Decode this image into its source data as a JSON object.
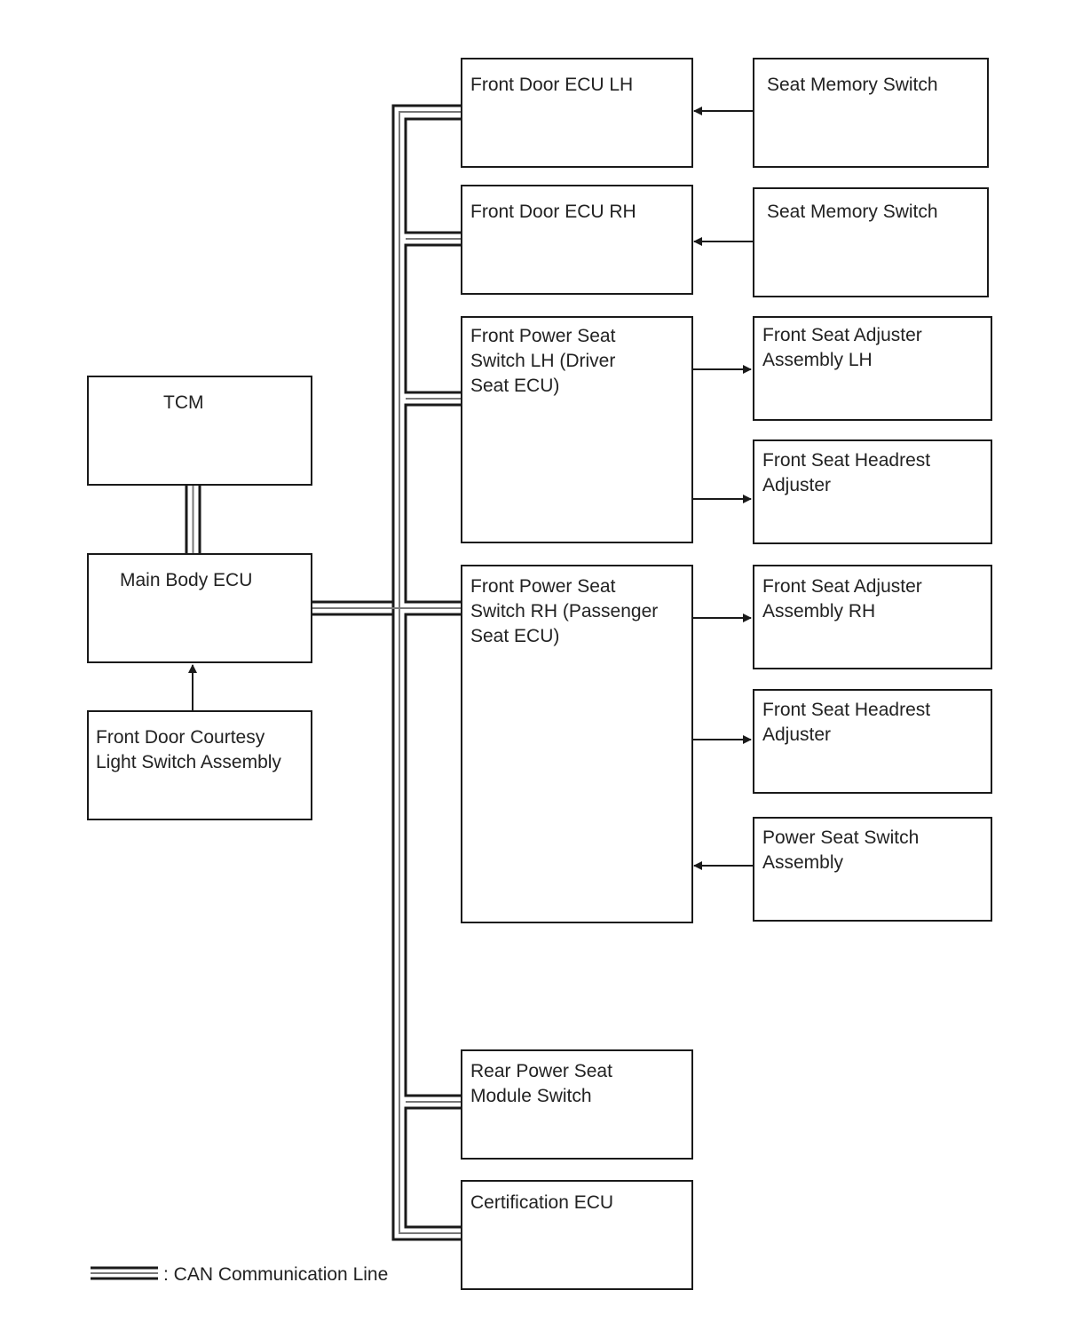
{
  "nodes": {
    "tcm": "TCM",
    "main_body_ecu": "Main Body ECU",
    "front_door_courtesy": "Front Door Courtesy\nLight Switch Assembly",
    "front_door_ecu_lh": "Front Door ECU LH",
    "front_door_ecu_rh": "Front Door ECU RH",
    "front_power_seat_lh": "Front Power Seat\nSwitch LH (Driver\nSeat ECU)",
    "front_power_seat_rh": "Front Power Seat\nSwitch RH (Passenger\nSeat ECU)",
    "rear_power_seat": "Rear Power Seat\nModule Switch",
    "certification_ecu": "Certification ECU",
    "seat_memory_switch_lh": "Seat Memory Switch",
    "seat_memory_switch_rh": "Seat Memory Switch",
    "front_seat_adjuster_lh": "Front Seat Adjuster\nAssembly LH",
    "front_seat_headrest_lh": "Front Seat Headrest\nAdjuster",
    "front_seat_adjuster_rh": "Front Seat Adjuster\nAssembly RH",
    "front_seat_headrest_rh": "Front Seat Headrest\nAdjuster",
    "power_seat_switch": "Power Seat Switch\nAssembly"
  },
  "edges": [
    {
      "from": "seat_memory_switch_lh",
      "to": "front_door_ecu_lh",
      "type": "signal"
    },
    {
      "from": "seat_memory_switch_rh",
      "to": "front_door_ecu_rh",
      "type": "signal"
    },
    {
      "from": "front_power_seat_lh",
      "to": "front_seat_adjuster_lh",
      "type": "signal"
    },
    {
      "from": "front_power_seat_lh",
      "to": "front_seat_headrest_lh",
      "type": "signal"
    },
    {
      "from": "front_power_seat_rh",
      "to": "front_seat_adjuster_rh",
      "type": "signal"
    },
    {
      "from": "front_power_seat_rh",
      "to": "front_seat_headrest_rh",
      "type": "signal"
    },
    {
      "from": "power_seat_switch",
      "to": "front_power_seat_rh",
      "type": "signal"
    },
    {
      "from": "front_door_courtesy",
      "to": "main_body_ecu",
      "type": "signal"
    },
    {
      "from": "tcm",
      "to": "main_body_ecu",
      "type": "can"
    },
    {
      "from": "main_body_ecu",
      "to": "front_door_ecu_lh",
      "type": "can"
    },
    {
      "from": "main_body_ecu",
      "to": "front_door_ecu_rh",
      "type": "can"
    },
    {
      "from": "main_body_ecu",
      "to": "front_power_seat_lh",
      "type": "can"
    },
    {
      "from": "main_body_ecu",
      "to": "front_power_seat_rh",
      "type": "can"
    },
    {
      "from": "main_body_ecu",
      "to": "rear_power_seat",
      "type": "can"
    },
    {
      "from": "main_body_ecu",
      "to": "certification_ecu",
      "type": "can"
    }
  ],
  "legend": {
    "label": ": CAN Communication Line"
  }
}
